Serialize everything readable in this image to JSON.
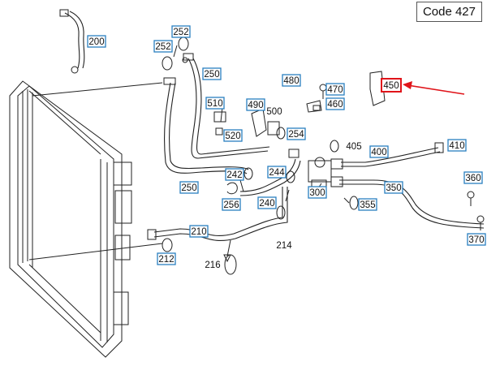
{
  "code_label": "Code 427",
  "callouts": {
    "p200": "200",
    "p212": "212",
    "p210": "210",
    "p216": "216",
    "p214": "214",
    "p240": "240",
    "p242": "242",
    "p244": "244",
    "p250a": "250",
    "p250b": "250",
    "p252a": "252",
    "p252b": "252",
    "p254": "254",
    "p256": "256",
    "p300": "300",
    "p350": "350",
    "p355": "355",
    "p360": "360",
    "p370": "370",
    "p400": "400",
    "p405": "405",
    "p410": "410",
    "p450": "450",
    "p460": "460",
    "p470": "470",
    "p480": "480",
    "p490": "490",
    "p500": "500",
    "p510": "510",
    "p520": "520"
  },
  "highlight_color": "#e0141a",
  "callout_box_color": "#2a7fc0"
}
